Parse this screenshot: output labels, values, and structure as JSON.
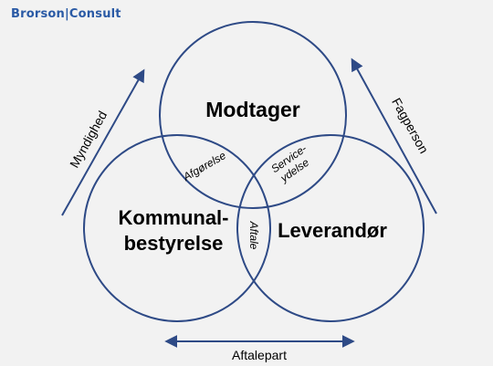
{
  "brand": {
    "logo_text": "Brorson|Consult",
    "color": "#2a5aa5"
  },
  "diagram": {
    "stroke_color": "#2e4a86",
    "arrow_color": "#2e4a86",
    "circles": {
      "top": "Modtager",
      "left_line1": "Kommunal-",
      "left_line2": "bestyrelse",
      "right": "Leverandør"
    },
    "intersections": {
      "top_left": "Afgørelse",
      "top_right_line1": "Service-",
      "top_right_line2": "ydelse",
      "left_right": "Aftale"
    },
    "arrows": {
      "left": "Myndighed",
      "right": "Fagperson",
      "bottom": "Aftalepart"
    }
  }
}
